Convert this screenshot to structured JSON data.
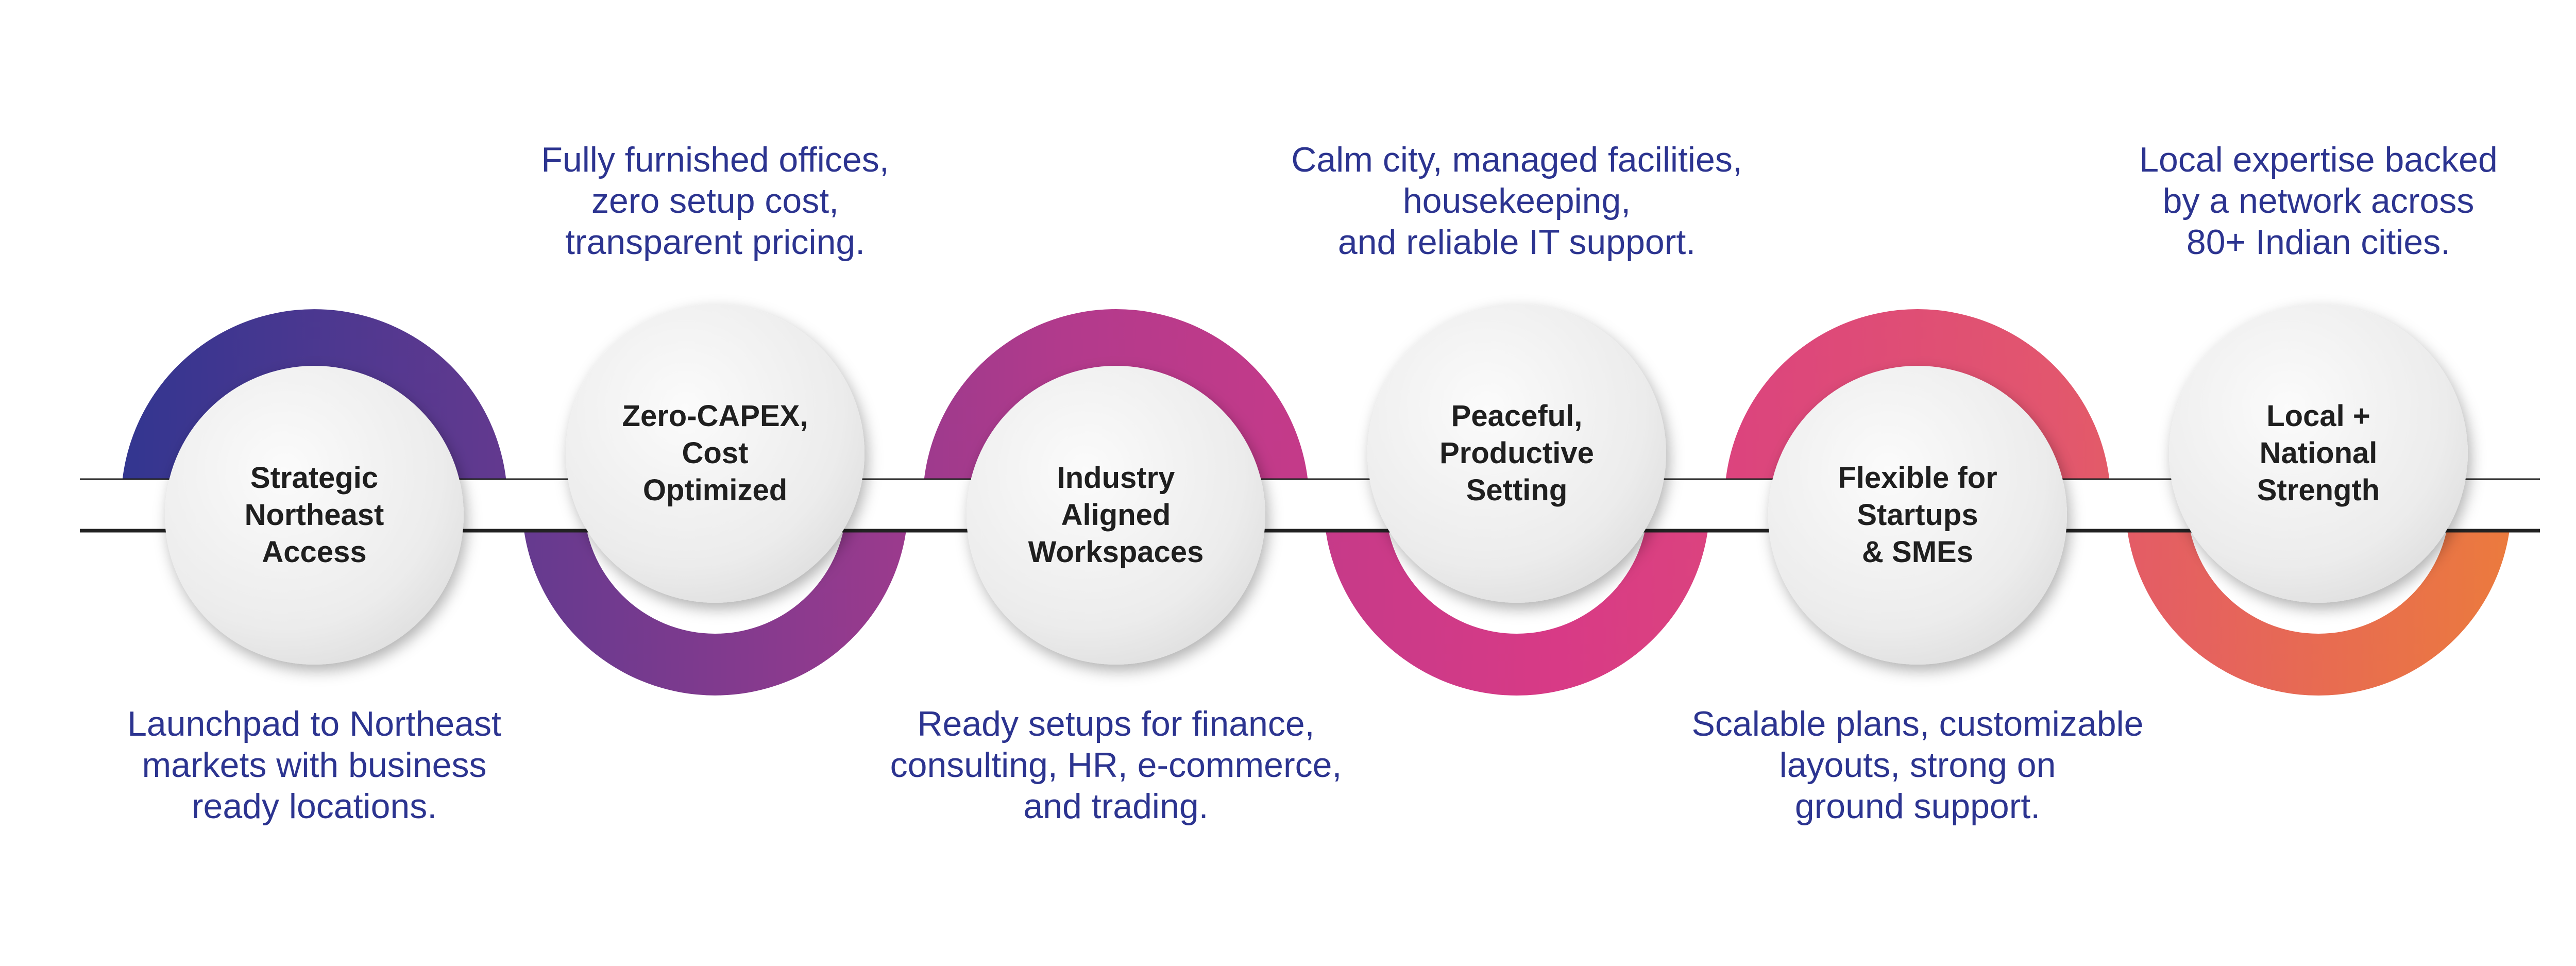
{
  "colors": {
    "description_text": "#2c3490",
    "label_text": "#1f1f1f",
    "gradient": [
      "#2d3590",
      "#6b3a8f",
      "#b23a8c",
      "#d83a86",
      "#e2566e",
      "#ec7d3a"
    ],
    "band": "#ffffff",
    "band_shadow": "#222222",
    "circle_face": "#eeeeee"
  },
  "steps": [
    {
      "label": "Strategic\nNortheast\nAccess",
      "description": "Launchpad to Northeast\nmarkets with business\nready locations.",
      "arc": "top",
      "description_position": "below"
    },
    {
      "label": "Zero-CAPEX,\nCost\nOptimized",
      "description": "Fully furnished offices,\nzero setup cost,\ntransparent pricing.",
      "arc": "bottom",
      "description_position": "above"
    },
    {
      "label": "Industry\nAligned\nWorkspaces",
      "description": "Ready setups for finance,\nconsulting, HR, e-commerce,\nand trading.",
      "arc": "top",
      "description_position": "below"
    },
    {
      "label": "Peaceful,\nProductive\nSetting",
      "description": "Calm city, managed facilities,\nhousekeeping,\nand reliable IT support.",
      "arc": "bottom",
      "description_position": "above"
    },
    {
      "label": "Flexible for\nStartups\n& SMEs",
      "description": "Scalable plans, customizable\nlayouts, strong on\nground support.",
      "arc": "top",
      "description_position": "below"
    },
    {
      "label": "Local +\nNational\nStrength",
      "description": "Local expertise backed\nby a network across\n80+ Indian cities.",
      "arc": "bottom",
      "description_position": "above"
    }
  ]
}
